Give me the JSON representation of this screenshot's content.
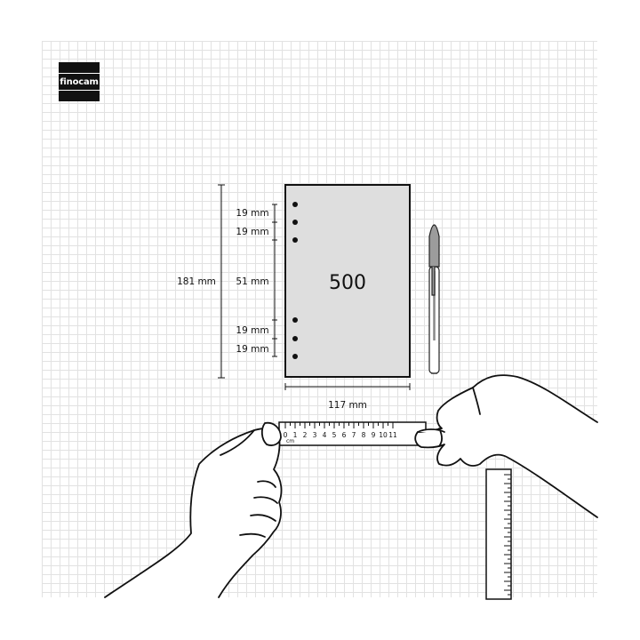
{
  "brand": {
    "logo_text": "finocam"
  },
  "sheet": {
    "refill_number": "500",
    "fill_color": "#dedede"
  },
  "dimensions": {
    "height_label": "181 mm",
    "width_label": "117 mm",
    "hole_spacing": [
      {
        "id": "gap1",
        "label": "19 mm"
      },
      {
        "id": "gap2",
        "label": "19 mm"
      },
      {
        "id": "gap3",
        "label": "51 mm"
      },
      {
        "id": "gap4",
        "label": "19 mm"
      },
      {
        "id": "gap5",
        "label": "19 mm"
      }
    ]
  },
  "ruler": {
    "unit_label": "cm",
    "ticks": [
      "0",
      "1",
      "2",
      "3",
      "4",
      "5",
      "6",
      "7",
      "8",
      "9",
      "10",
      "11"
    ]
  },
  "icons": [
    "pen-icon",
    "left-hand-icon",
    "right-hand-icon",
    "vertical-ruler-icon"
  ]
}
